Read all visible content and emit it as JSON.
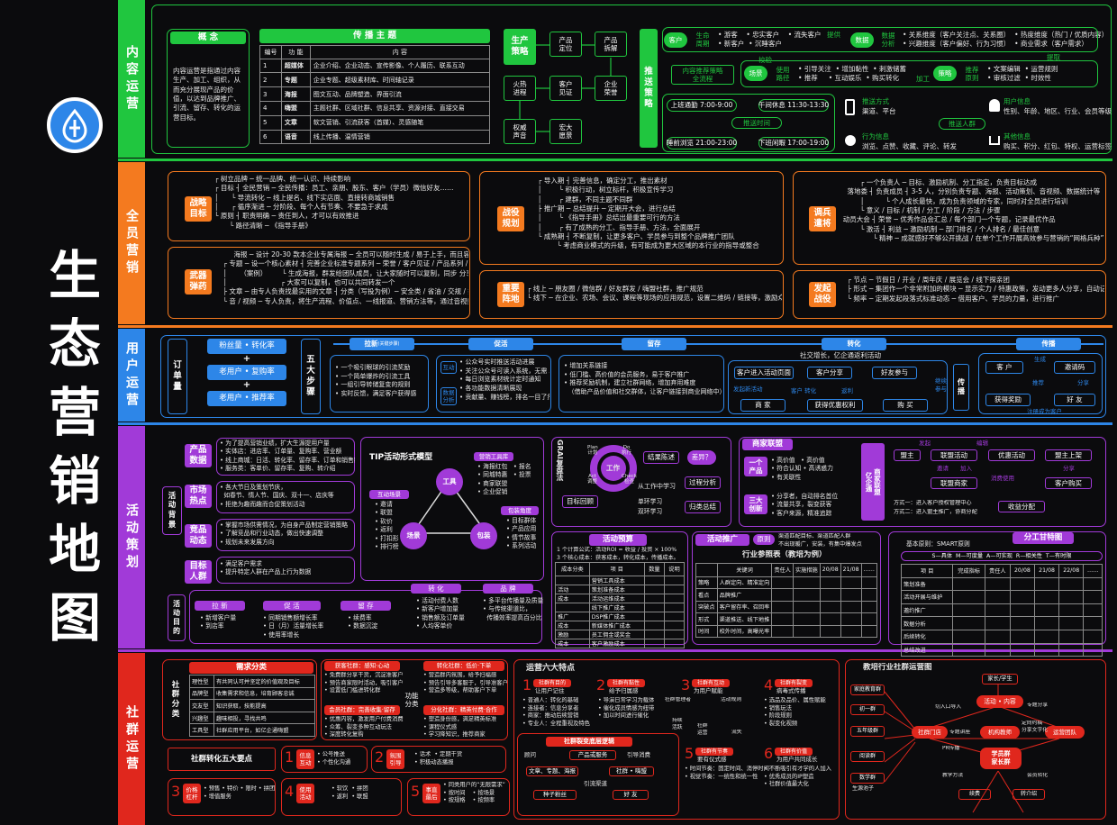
{
  "title": {
    "chars": [
      "生",
      "态",
      "营",
      "销",
      "地",
      "图"
    ]
  },
  "colors": {
    "green": "#20c63f",
    "orange": "#f47a1f",
    "blue": "#2d86e8",
    "purple": "#a13ad8",
    "red": "#e0271d"
  },
  "bands": [
    {
      "label": "内容运营",
      "color": "#20c63f"
    },
    {
      "label": "全员营销",
      "color": "#f47a1f"
    },
    {
      "label": "用户运营",
      "color": "#2d86e8"
    },
    {
      "label": "活动策划",
      "color": "#a13ad8"
    },
    {
      "label": "社群运营",
      "color": "#e0271d"
    }
  ],
  "content": {
    "concept_head": "概 念",
    "concept_text": "内容运营是指通过内容\n生产、加工、组织，从\n而充分展现产品的价\n值，以达到品牌推广、\n引流、留存、转化的运\n营目标。",
    "theme_head": "传 播 主 题",
    "theme_cols": [
      "编号",
      "功  能",
      "内      容"
    ],
    "theme_rows": [
      [
        "1",
        "超媒体",
        "企业介绍、企业动态、宣传影像、个人履历、联系互动"
      ],
      [
        "2",
        "专题",
        "企业专题、超级素材库、时间轴记录"
      ],
      [
        "3",
        "海报",
        "图文互动、品牌塑造、界面引流"
      ],
      [
        "4",
        "嗨盟",
        "主题社群、区域社群、信息共享、资源对接、直接交易"
      ],
      [
        "5",
        "文章",
        "软文营销、引流获客（首媒）、灵感随笔"
      ],
      [
        "6",
        "语音",
        "线上传播、温情营销"
      ]
    ],
    "flow": {
      "produce": "生产\n策略",
      "n1": "产品\n定位",
      "n2": "产品\n拆解",
      "n3": "火热\n进程",
      "n4": "客户\n见证",
      "n5": "企业\n荣誉",
      "n6": "权威\n声音",
      "n7": "宏大\n愿景"
    },
    "push": "推\n送\n策\n略",
    "customer": "客户",
    "data": "数据",
    "scene": "场景",
    "strategy": "策略",
    "life": "生命\n周期",
    "life_items": "• 游客    • 忠实客户    • 流失客户\n• 新客户  • 沉睡客户",
    "provide": "提供",
    "data_ana": "数据\n分析",
    "data_items": "• 关系维度（客户关注点、关系圈）  • 热度维度（热门 / 优质内容）\n• 兴趣维度（客户偏好、行为习惯）  • 商业需求（客户需求）",
    "extract": "提取",
    "scene_rec": "内容推荐策略\n全流程",
    "check": "校验",
    "use": "使用\n路径",
    "use_items": "• 引导关注  • 增加黏性  • 刺激储蓄\n• 推荐     • 互动娱乐  • 购买转化",
    "process": "加工",
    "rec": "推荐\n原则",
    "rec_items": "• 文案编辑  • 运营规则\n• 审核过滤  • 时效性",
    "t1": "上班通勤 7:00-9:00",
    "t2": "午间休息 11:30-13:30",
    "t3": "睡前浏览 21:00-23:00",
    "t4": "下班闲暇 17:00-19:00",
    "push_time": "推送时间",
    "push_way": "推送方式",
    "push_way_text": "渠道、平台",
    "user_attr": "用户信息",
    "user_attr_text": "性别、年龄、地区、行业、会员等级",
    "push_crowd": "推送人群",
    "action": "行为信息",
    "action_text": "浏览、点赞、收藏、评论、转发",
    "other": "其他信息",
    "other_text": "购买、积分、红包、特权、运营标签"
  },
  "allstaff": {
    "goal_head": "战略\n目标",
    "goal_text": "┌ 树立品牌 ─ 统一品牌、统一认识、持续影响\n┌ 目标 ┤ 全民营销 ─ 全民传播：员工、亲朋、股东、客户（学员）微信好友……\n│      └ 导流转化 ─ 线上提名、线下实店面、直接转商城销售\n│      ┌ 循序渐进 ─ 分阶段、每个人有节奏、不要急于求成\n└ 原则 ┤ 职责明确 ─ 责任到人，才可以有效推进\n       └ 路径清晰 ─ 《指导手册》",
    "deploy_head": "战役\n规划",
    "deploy_text": "     ┌ 导入期 ┤ 完善信息，确定分工，推出素材\n     │        └ 积极行动，树立标杆，积极宣传学习\n     │        ┌ 建群，不同主题不同群\n     ├ 推广期 ─ 总结提升 ─ 定期开大会，进行总结\n     │        └ 《指导手册》总结出最重要可行的方法\n     │        ┌ 有了成熟的分工、指导手册、方法，全面展开\n     └ 成熟期 ┤ 不断复制，让更多客户、学员参与到整个品牌推广团队\n              └ 考虑商业模式的升级，有可能成为更大区域的本行业的指导或整合",
    "weapon_head": "武器\n弹药",
    "weapon_text": "         海报 ─ 设计 20-30 款本企业专属海报 ─ 全员可以随时生成 / 易于上手，而且容易造势\n    ┌ 专题 ─ 设一个核心素材 ┤ 完善企业标准专题系列 ─ 荣誉 / 客户见证 / 产品系列 / 活动集锦\n    │      （案例）       └ 生成海报，群发给团队成员，让大家随时可以复制，同步 分享\n    │                         ┌ 大家可以复制，也可以共同转发一个\n    ├ 文章 ─ 由专人负责找最实用的文章 ┤ 分类（写投为例）─ 安全类 / 省油 / 交规 / 技巧\n    └ 音 / 视频 ─ 专人负责，将生产流程、价值点、一线报道、营销方法等，通过音视频分类同时发布",
    "point_head": "重要\n阵地",
    "point_text": "┌ 线上 ─ 朋友圈 / 微信群 / 好友群发 / 嗨盟社群，推广规范\n└ 线下 ─ 在企业、农场、会议、课程等现场的应用规范，设置二维码 / 链接等，激励众人参与分享",
    "troops_head": "调兵\n遣将",
    "troops_text": "          ┌ 一个负责人 ─ 目标、激励机制、分工指定，负责目标达成\n    落地委 ┤ 负责成员 ┤ 3-5 人，分别负责专题、海报、活动策划、音视频、数据统计等\n          │          └ 个人成长最快，成为负责领域的专家，同时对全员进行培训\n          └ 意义 / 目标 / 机制 / 分工 / 阶段 / 方法 / 步骤\n  动员大会 ┤ 荣誉 ─ 优秀作品会汇总 / 每个部门一个专题，记录最优作品\n          └ 激活 ┤ 利益 ─ 激励机制 ─ 部门排名 / 个人排名 / 最佳创意\n                └ 精神 ─ 成就感好不够公开挑战 / 在单个工作开展高效参与营销的“网格兵种”团队",
    "launch_head": "发起\n战役",
    "launch_text": "    ┌ 节点 ─ 节假日 / 开业 / 周年庆 / 展览会 / 线下探亲团\n    ├ 形式 ─ 集团作一个非常附加的模块 ─ 显示实力 / 特惠政策，发动更多人分享，自动记录裂变人\n    └ 频率 ─ 定期发起段落式标准动态 ─ 借用客户、学员的力量，进行推广"
  },
  "userop": {
    "order": "订\n单\n量",
    "f1": "粉丝量 • 转化率",
    "f2": "老用户 • 复购率",
    "f3": "老用户 • 推荐率",
    "plus": "+",
    "steps": "五\n大\n步\n骤",
    "s1": "拉新",
    "s1note": "关键步骤",
    "s2": "促活",
    "s3": "留存",
    "s4": "转化",
    "s5": "传播",
    "s1_text": "• 一个吸引眼球的引流奖励\n• 一个简单爆炸的引流工具\n• 一组引导转储复变的规则\n• 实时反馈，满足客户获得感",
    "s2a": "互动",
    "s2b": "数据\n分析",
    "s2_text": "• 公众号实时推送活动进展\n• 关注公众号可读入系统，无需 APP\n• 每日浏览素材统计定时通知\n• 各功能数据清晰展现\n• 贡献量、赚钱榜，排名一目了然",
    "s3_text": "• 增加关系链接\n• 低门槛、高价值的会员服务，易于客户推广\n• 推荐奖励机制，建立社群网络，增加弃用难度\n  （借助产品价值和社交群体，让客户链接到商业网络中）",
    "s4_top": "社交增长，亿企通返利活动",
    "s4_b1": "客户进入活动页面",
    "s4_b2": "客户分享",
    "s4_b3": "好友参与",
    "s4_b4": "商 家",
    "s4_b5": "获得优惠权利",
    "s4_b6": "购 买",
    "s4_l1": "发起新活动",
    "s4_l2": "客户 转化",
    "s4_l3": "返利",
    "s4_l4": "继续\n参与",
    "s4_chuan": "传\n播",
    "s5_b1": "客 户",
    "s5_b2": "邀请码",
    "s5_b3": "获得奖励",
    "s5_b4": "好 友",
    "s5_l1": "生成",
    "s5_l2": "分享",
    "s5_l3": "推荐",
    "s5_l4": "注册成为客户"
  },
  "activity": {
    "bg_head": "活\n动\n背\n景",
    "p1": "产品\n数据",
    "p1_text": "• 为了提高营销业绩，扩大生源提用户量\n• 实体店：进店率、订单量、复购率、营业额\n• 线上商城：日活、转化率、留存率、订单和销售额\n• 服务类：客单价、留存率、复购、转介绍",
    "p2": "市场\n热点",
    "p2_text": "• 各大节日及策划节庆，\n  如春节、情人节、国庆、双十一、店庆等\n• 拒绝为趣而趣而合促策划活动",
    "p3": "竞品\n动态",
    "p3_text": "• 掌握市场供需情况，为自身产品制定营销策略\n• 了解竞品和行业动态，做出快速调整\n• 规划未来发展方向",
    "p4": "目标\n人群",
    "p4_text": "• 满足客户需求\n• 提升特定人群在产品上行为数据",
    "purpose": "活\n动\n目\n的",
    "g1": "拉 新",
    "g1t": "• 新增客户量\n• 到店率",
    "g2": "促 活",
    "g2t": "• 同期销售额增长率\n• 日（月）活量增长率\n• 使用率增长",
    "g3": "留 存",
    "g3t": "• 续费率\n• 数据沉淀",
    "g4": "转 化",
    "g4t": "• 活动付费人数\n• 新客户增加量\n• 销售额及订单量\n• 人均客单价",
    "g5": "品 牌",
    "g5t": "• 多平台传播量及质量\n• 与传统渠道比，\n  传播效率提高百分比",
    "tip_head": "TIP活动形式模型",
    "tool": "工具",
    "scenecircle": "场景",
    "package": "包装",
    "inter": "互动场景",
    "inter_items": "• 邀请\n• 联盟\n• 砍价\n• 返利\n• 打扣形\n• 排行榜",
    "shop": "营销工具库",
    "shop_items": "• 海报红包   • 报名\n• 同城特惠   • 投票\n• 商家联盟\n• 企业促销",
    "packangle": "包装角度",
    "pack_items": "• 目标群体\n• 产品应用\n• 情节故事\n• 系列活动",
    "grai": "GRAI复盘法",
    "plan": "Plan\n计划",
    "do": "Do\n执行",
    "check": "Check\n检查",
    "act": "Act\n调整",
    "work": "工作",
    "r1": "结果陈述",
    "r2": "差异？",
    "r3": "过程分析",
    "r4": "归类总结",
    "r5": "目标回顾",
    "r6": "单环学习",
    "r7": "双环学习",
    "midlabel": "从工作中学习",
    "budget": "活动预算",
    "budget_text": "1 个计算公式：活动ROI = 收益 / 投资 × 100%\n3 个核心成本：获客成本，转化成本，传播成本。",
    "budget_cols": [
      "成本分类",
      "项  目",
      "数量",
      "说明"
    ],
    "budget_rows": [
      [
        "",
        "营销工具成本",
        "",
        ""
      ],
      [
        "活动",
        "策划准备成本",
        "",
        ""
      ],
      [
        "成本",
        "活动运维成本",
        "",
        ""
      ],
      [
        "",
        "线下推广成本",
        "",
        ""
      ],
      [
        "推广",
        "DSP推广成本",
        "",
        ""
      ],
      [
        "成本",
        "新媒体推广成本",
        "",
        ""
      ],
      [
        "激励",
        "员工佣金或奖金",
        "",
        ""
      ],
      [
        "成本",
        "客户激励成本",
        "",
        ""
      ]
    ],
    "promo": "活动推广",
    "rule": "原则",
    "rule_text": "渠道匹配目标、渠道匹配人群\n不出现暖广，安装，有集中爆发点",
    "promo_tablehead": "行业参照表（教培为例）",
    "promo_cols": [
      "",
      "关键词",
      "责任人",
      "实施措施",
      "20/08",
      "21/08",
      "……"
    ],
    "promo_rows": [
      [
        "策略",
        "人群定向、精准定向",
        "",
        "",
        "",
        "",
        ""
      ],
      [
        "看点",
        "品牌推广",
        "",
        "",
        "",
        "",
        ""
      ],
      [
        "突破点",
        "客户留存率、召回率",
        "",
        "",
        "",
        "",
        ""
      ],
      [
        "形式",
        "渠道推送、线下地推",
        "",
        "",
        "",
        "",
        ""
      ],
      [
        "时间",
        "校外时间，高曝光率",
        "",
        "",
        "",
        "",
        ""
      ]
    ],
    "alliance": "商家联盟",
    "one": "一个\n产品",
    "one_text": "• 高价值   • 高价值\n• 符合认知 • 高诱惑力\n• 有关联性",
    "three": "三大\n创新",
    "three_text": "• 分享者，自动排名首位\n• 流量共享，裂变获客\n• 客户来源，精准追踪",
    "enter": "商家联盟\n亿企通",
    "a1": "盟主",
    "a2": "联盟活动",
    "a3": "优惠活动",
    "a4": "盟主上架",
    "a5": "联盟商家",
    "a6": "客户购买",
    "a7": "收益分配",
    "al1": "发起",
    "al2": "编辑",
    "al3": "邀请",
    "al4": "加入",
    "al5": "消费使用",
    "al6": "分享",
    "a_m1": "方式一：进入客户授权管理中心",
    "a_m2": "方式二：进入盟主推广，协商分配",
    "gantt": "分工甘特图",
    "smart": "基本原则：SMART原则",
    "smart_s": "具体",
    "smart_m": "可度量",
    "smart_a": "可实现",
    "smart_r": "相关性",
    "smart_t": "有时限",
    "gantt_cols": [
      "项  目",
      "完成指标",
      "责任人",
      "20/08",
      "21/08",
      "22/08",
      "……"
    ],
    "gantt_rows": [
      "策划准备",
      "活动开展与维护",
      "邀约推广",
      "数据分析",
      "后续转化",
      "总结改进"
    ]
  },
  "community": {
    "cat": "社\n群\n分\n类",
    "need": "需求分类",
    "cat_rows": [
      [
        "理性型",
        "有共同认可并坚定的价值观及目标"
      ],
      [
        "品牌型",
        "收集需求和信息，培育顾客忠诚"
      ],
      [
        "交友型",
        "知识获取，技能提高"
      ],
      [
        "兴趣型",
        "趣味相投，寻找共鸣"
      ],
      [
        "工具型",
        "社群应用平台，如亿企通嗨盟"
      ]
    ],
    "s1h": "获客社群：感知·心动",
    "s1t": "• 免费群分享干货，沉淀准客户\n• 预告商家限时活动，吸引客户\n• 设置低门槛进转化群",
    "s2h": "会员社群：完善收集·留存",
    "s2t": "• 优惠内容，激发用户付费消费\n• 众筹、裂变多种互动玩法\n• 深度转化复购",
    "func": "功能\n分类",
    "s3h": "转化社群：低价·下单",
    "s3t": "• 营造群内氛围，给予扫福感\n• 预告引导多客服于，引导准客户\n• 营造多等级，帮助客户下单",
    "s4h": "分化社群：精英付费·合作",
    "s4t": "• 塑造身份感，满足精英标准\n• 课程仪式感\n• 学习降知识，推荐商家",
    "six": "运营六大特点",
    "c1h": "社群有目的",
    "c1s": "让用户记住",
    "c1t": "• 普通人：转化的基础\n• 连接者：信息分享者\n• 商家：推动后续营销\n• 专业人：全程重视及特色",
    "c2h": "社群有黏性",
    "c2s": "给予归属感",
    "c2t": "• 导演日常学习为载体\n• 催化成员情感为纽带\n• 加以时间进行催化",
    "c3h": "社群有互动",
    "c3s": "为用户赋能",
    "c4h": "社群有裂变",
    "c4s": "病毒式传播",
    "c4t": "• 选品及品价、属性赋能\n• 销售玩法\n• 阶段规则\n• 裂变化视频",
    "c5h": "社群有节奏",
    "c5s": "要有仪式感",
    "c5t": "• 时间节奏：固定时间、消停时间\n• 视觉节奏：一统性和统一性",
    "c6h": "社群有价值",
    "c6s": "为用户共同成长",
    "c6t": "• 不断吸引有才学的人加入\n• 优秀成员的IP塑造\n• 社群价值最大化",
    "mgr": "社群管理者",
    "activity_rule": "活动规则",
    "keep": "持续\n活跃",
    "trans": "社群\n运营",
    "outflow": "流失",
    "fission": "社群裂变底层逻辑",
    "fc1": "顾问",
    "fc2": "引流渠道",
    "fc3": "产品或服务",
    "fc4": "引导消费",
    "fc5": "文章、专题、海报",
    "fc6": "社群 • 嗨盟",
    "fc7": "种子粉丝",
    "fc8": "好 友",
    "five": "社群转化五大要点",
    "k1n": "1",
    "k1": "信息\n互动",
    "k1t": "• 公号推送\n• 个性化沟通",
    "k2n": "2",
    "k2": "氛围\n引导",
    "k2t": "• 话术  • 定期干货\n• 积极动态播报",
    "k3n": "3",
    "k3": "价格\n杠杆",
    "k3t": "• 预售 • 特价 • 限时 • 拼团\n• 增值服务",
    "k4n": "4",
    "k4": "使用\n活动",
    "k4t": "• 软饮  • 拼团\n• 返利  • 联盟",
    "k5n": "5",
    "k5": "事直\n最后",
    "k5t": "• 同类用户的“无限需求”\n• 按时间    • 按场景\n• 按规格    • 按频率",
    "edu": "教培行业社群运营图",
    "e_parent": "家长/学生",
    "e_center": "活动 • 内容",
    "e_stu": "学员群\n家长群",
    "e_shop": "社群门店",
    "e_group": "运营团队",
    "e_first": "初一群",
    "e_five": "五年级群",
    "e_read": "阅读群",
    "e_math": "数学群",
    "e_home": "家庭教育群",
    "e_mech": "机构教师",
    "e_member": "续费",
    "e_transfer": "转介绍",
    "e_pool": "生源池子",
    "e_l1": "切入口导入",
    "e_l2": "专题讲座",
    "e_l3": "定向约稿\n分享文字化",
    "e_l4": "专题分享",
    "e_l5": "PR传播",
    "e_l6": "教学方法",
    "e_l7": "会员转化"
  }
}
